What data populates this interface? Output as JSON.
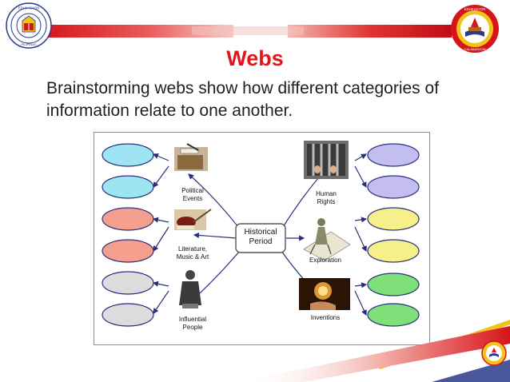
{
  "header": {
    "left_seal_text": "KAGAWARAN NG EDUKASYON · REPUBLIKA NG PILIPINAS",
    "right_seal_text": "KAGAWARAN NG EDUKASYON · DIBISYON NG CALABARZON"
  },
  "slide": {
    "title": "Webs",
    "subtitle": "Brainstorming webs show how different categories of information relate to one another."
  },
  "diagram": {
    "center": {
      "line1": "Historical",
      "line2": "Period"
    },
    "nodes": [
      {
        "id": "political",
        "line1": "Political",
        "line2": "Events",
        "line3": ""
      },
      {
        "id": "literature",
        "line1": "Literature,",
        "line2": "Music & Art",
        "line3": ""
      },
      {
        "id": "influential",
        "line1": "Influential",
        "line2": "People",
        "line3": ""
      },
      {
        "id": "rights",
        "line1": "Human",
        "line2": "Rights",
        "line3": ""
      },
      {
        "id": "exploration",
        "line1": "Exploration",
        "line2": "",
        "line3": ""
      },
      {
        "id": "inventions",
        "line1": "Inventions",
        "line2": "",
        "line3": ""
      }
    ],
    "colors": {
      "blue": "#9ee4f2",
      "salmon": "#f5a08f",
      "gray": "#dcdcdc",
      "lavender": "#c3bdf0",
      "yellow": "#f6f08a",
      "green": "#7fe07a",
      "arrow": "#2a2f7a",
      "accent_red": "#d7141a"
    }
  }
}
